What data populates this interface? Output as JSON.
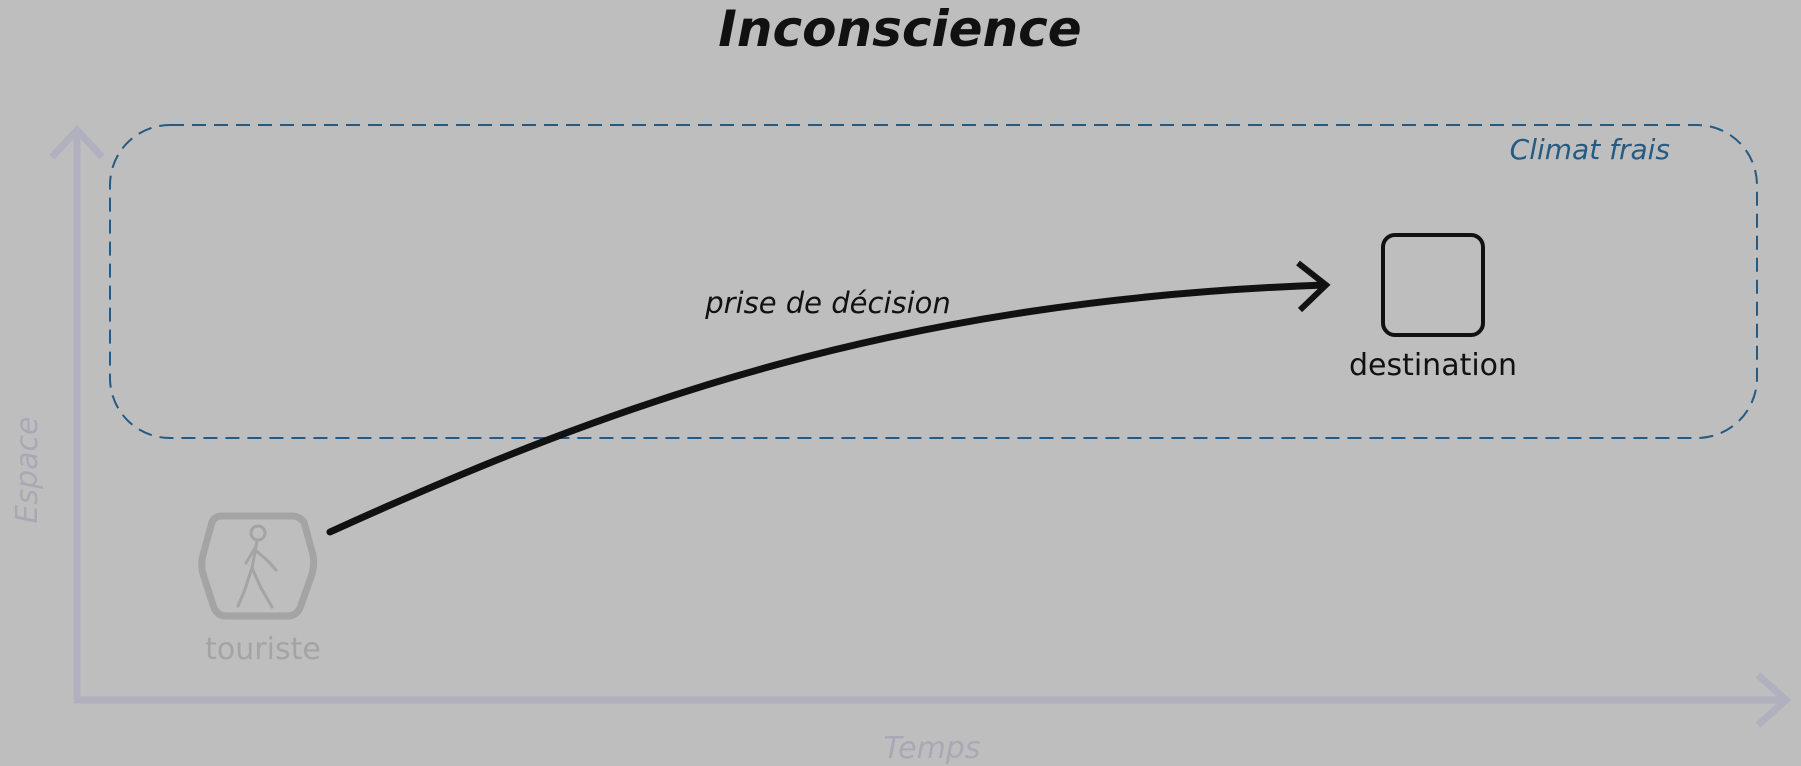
{
  "diagram": {
    "title": "Inconscience",
    "axes": {
      "x_label": "Temps",
      "y_label": "Espace"
    },
    "region": {
      "label": "Climat frais",
      "style": "dashed rounded rectangle",
      "color": "#255a82"
    },
    "nodes": [
      {
        "id": "touriste",
        "label": "touriste",
        "icon": "walking-person-icon",
        "shape": "hexagon",
        "state": "faded"
      },
      {
        "id": "destination",
        "label": "destination",
        "shape": "rounded-square",
        "state": "active"
      }
    ],
    "edges": [
      {
        "from": "touriste",
        "to": "destination",
        "label": "prise de décision"
      }
    ],
    "colors": {
      "background": "#bebebe",
      "axis": "#b0b0be",
      "faded": "#a4a4a4",
      "ink": "#111111",
      "region": "#255a82"
    }
  }
}
